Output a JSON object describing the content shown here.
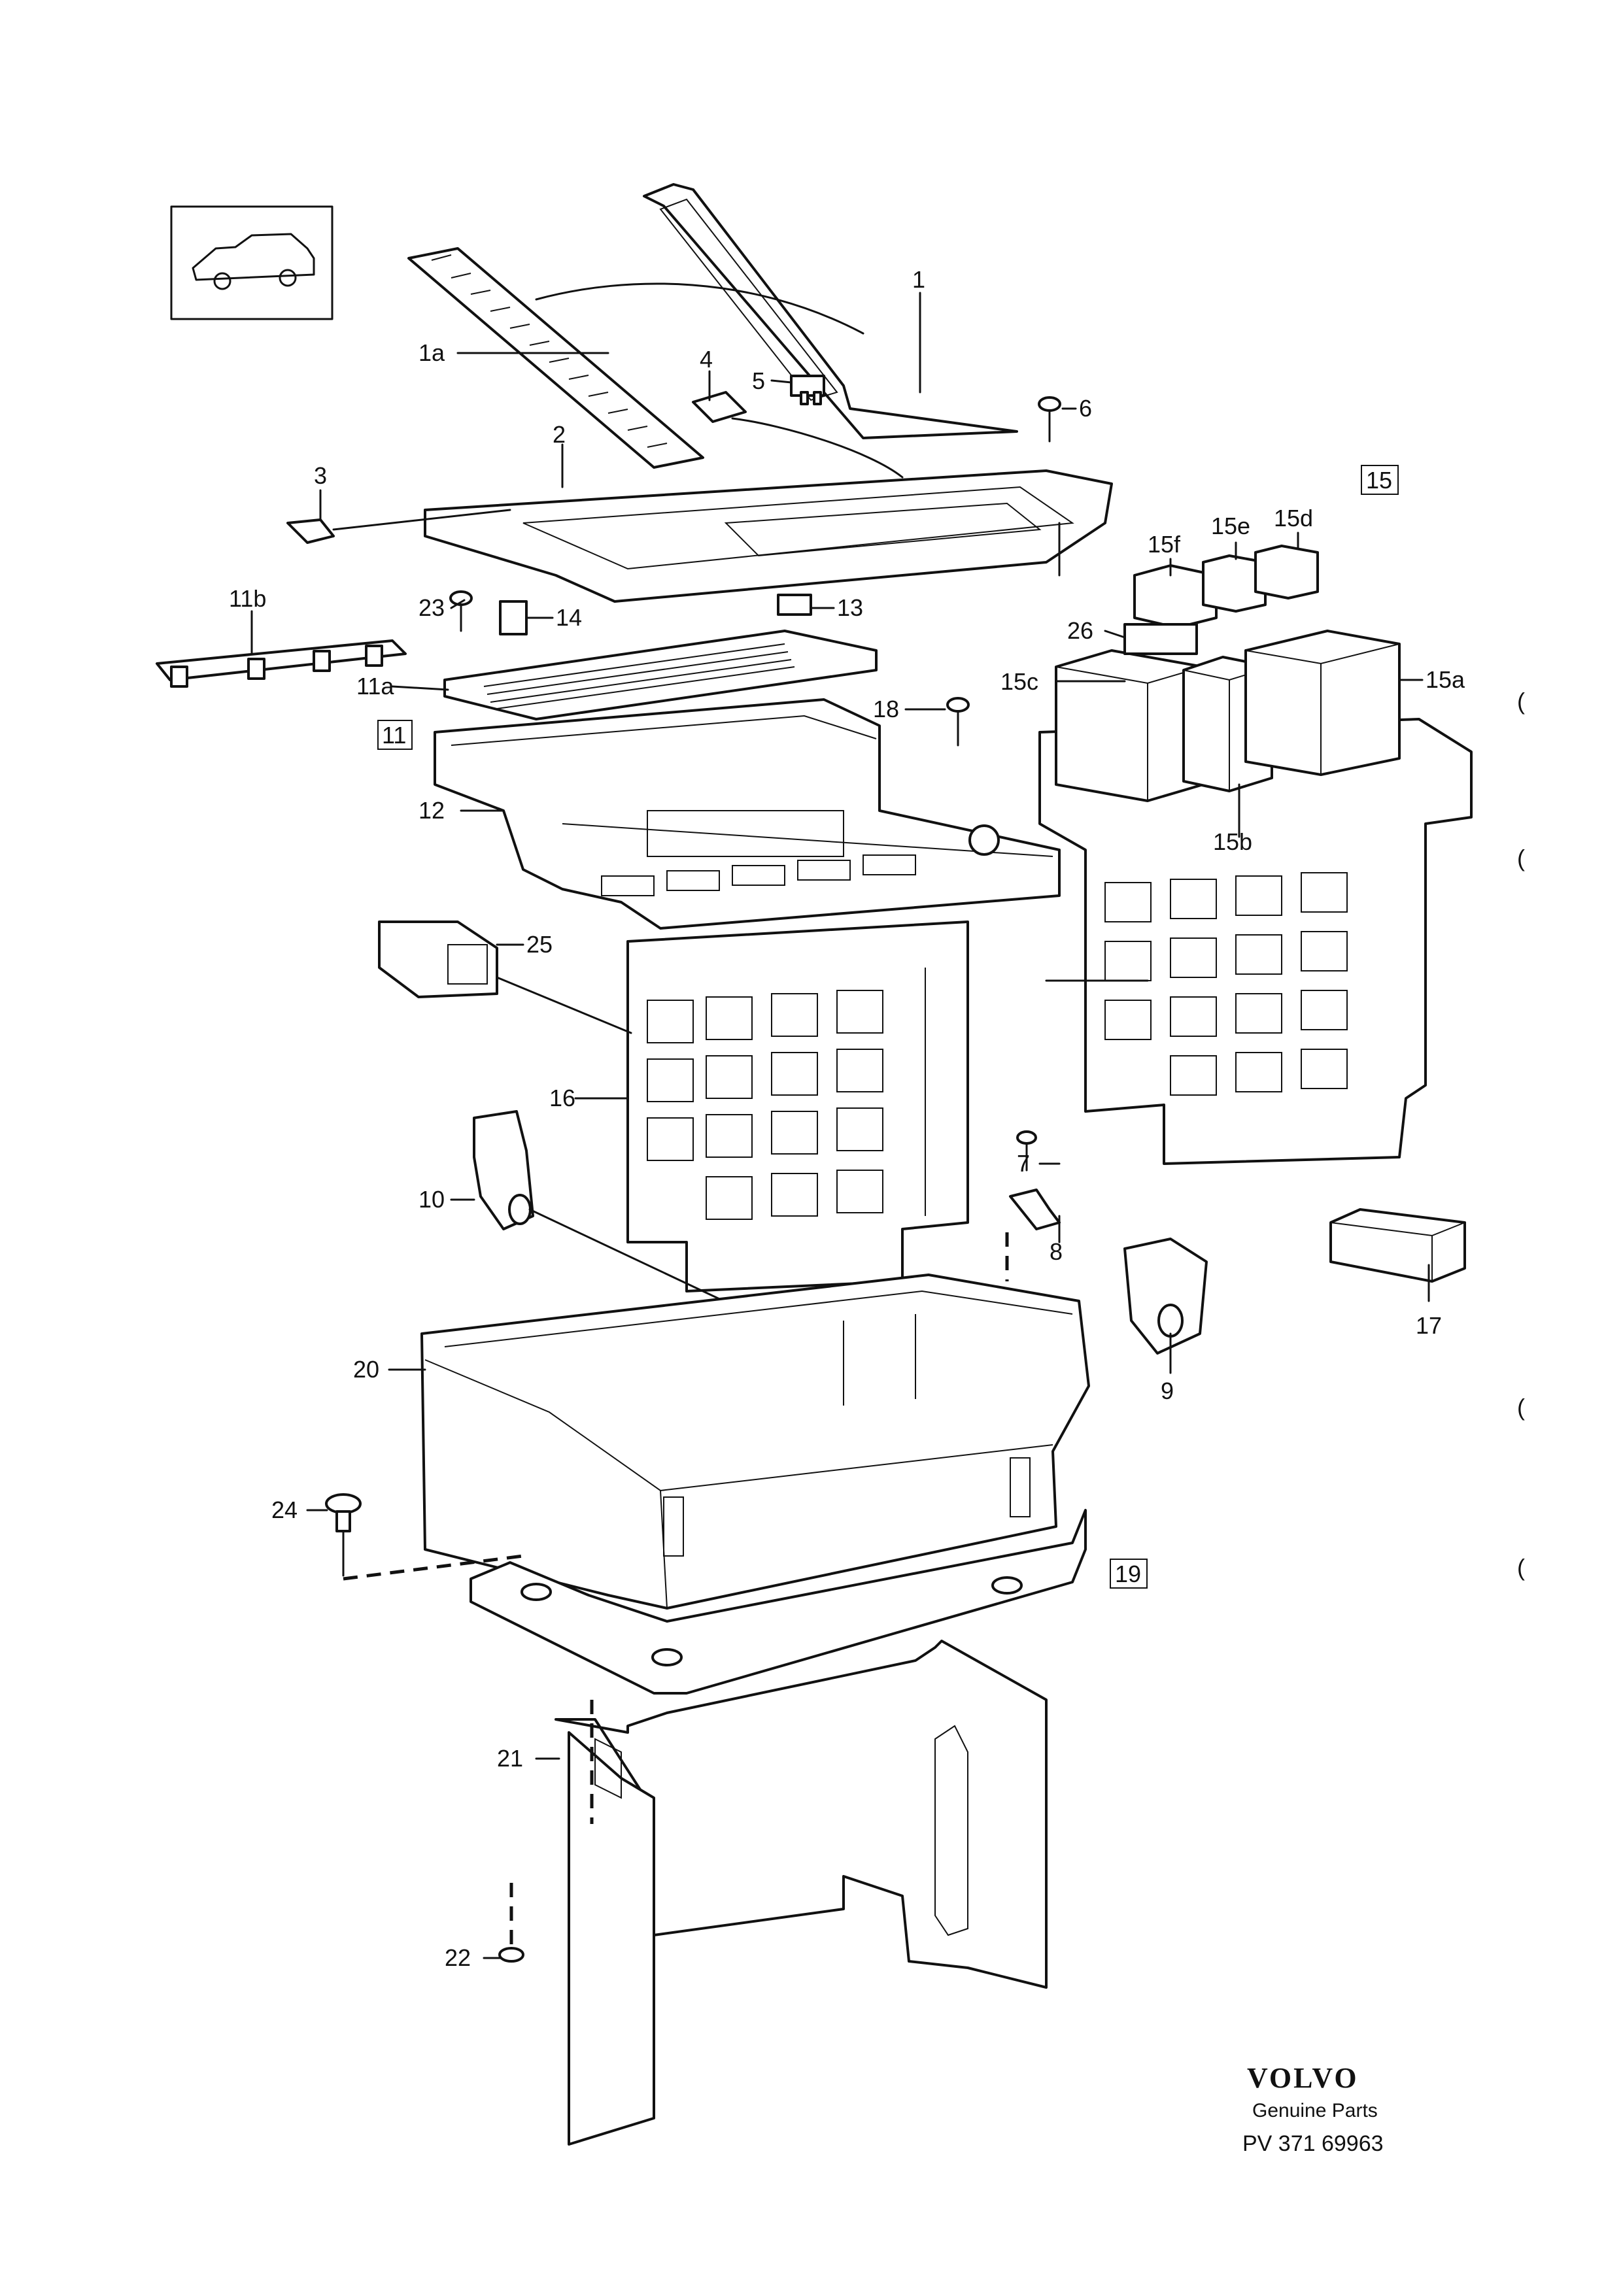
{
  "labels": {
    "p1": "1",
    "p1a": "1a",
    "p2": "2",
    "p3": "3",
    "p4": "4",
    "p5": "5",
    "p6": "6",
    "p7": "7",
    "p8": "8",
    "p9": "9",
    "p10": "10",
    "p11a": "11a",
    "p11b": "11b",
    "p12": "12",
    "p13": "13",
    "p14": "14",
    "p15a": "15a",
    "p15b": "15b",
    "p15c": "15c",
    "p15d": "15d",
    "p15e": "15e",
    "p15f": "15f",
    "p16": "16",
    "p17": "17",
    "p18": "18",
    "p20": "20",
    "p21": "21",
    "p22": "22",
    "p23": "23",
    "p24": "24",
    "p25": "25",
    "p26": "26"
  },
  "boxed_labels": {
    "b11": "11",
    "b15": "15",
    "b19": "19"
  },
  "margin_marks": {
    "m1": "(",
    "m2": "(",
    "m3": "(",
    "m4": "("
  },
  "brand": {
    "name": "VOLVO",
    "tagline": "Genuine Parts",
    "code": "PV 371 69963"
  }
}
